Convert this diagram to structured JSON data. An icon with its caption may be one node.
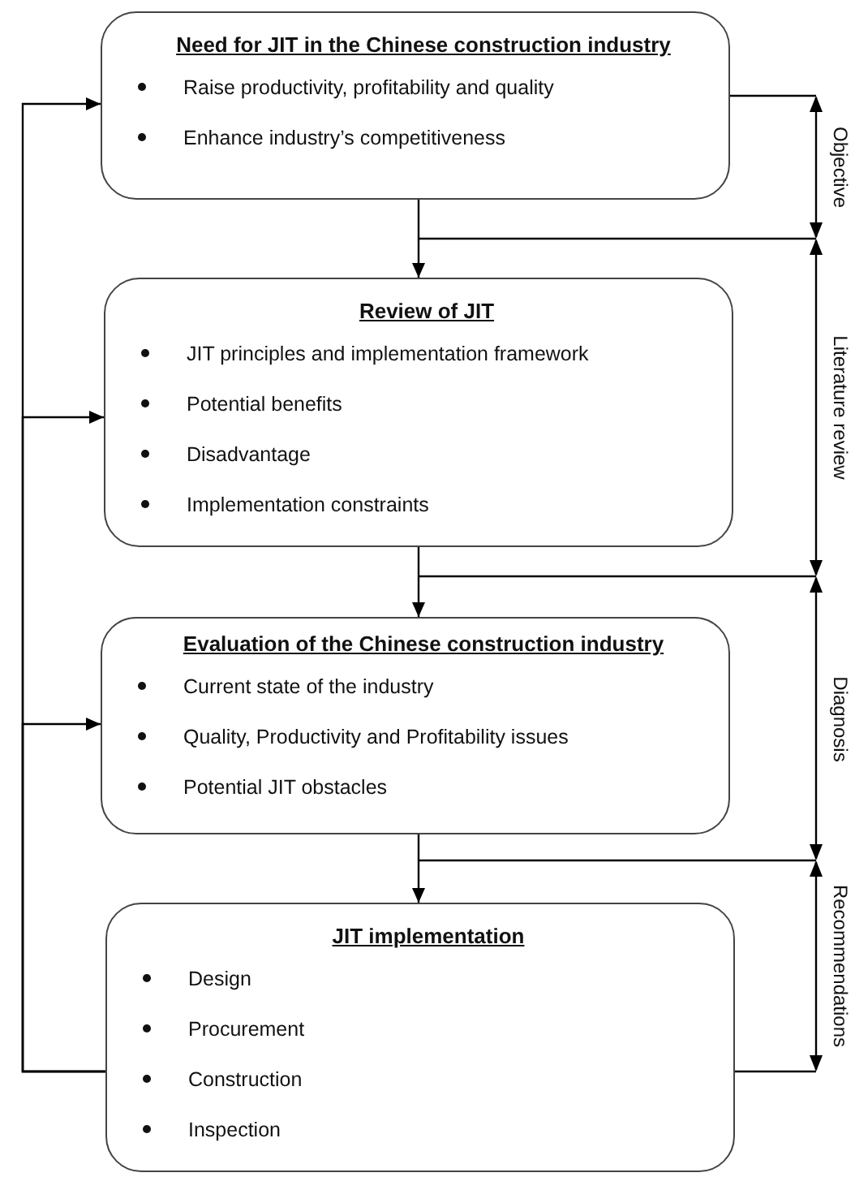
{
  "diagram": {
    "nodes": [
      {
        "text": [
          "Need for JIT in the Chinese construction industry",
          "Raise productivity, profitability and quality",
          "Enhance industry’s competitiveness"
        ]
      },
      {
        "text": [
          "Review of JIT",
          "JIT principles and implementation framework",
          "Potential benefits",
          "Disadvantage",
          "Implementation constraints"
        ]
      },
      {
        "text": [
          "Evaluation of the Chinese construction industry",
          "Current state of the industry",
          "Quality, Productivity and Profitability issues",
          "Potential JIT obstacles"
        ]
      },
      {
        "text": [
          "JIT implementation",
          "Design",
          "Procurement",
          "Construction",
          "Inspection"
        ]
      }
    ],
    "edges": [
      {
        "from": 0,
        "to": 1,
        "arrow": "to"
      },
      {
        "from": 1,
        "to": 2,
        "arrow": "to"
      },
      {
        "from": 2,
        "to": 3,
        "arrow": "to"
      },
      {
        "from": 3,
        "to": 0,
        "arrow": "to"
      },
      {
        "from": 3,
        "to": 1,
        "arrow": "to"
      },
      {
        "from": 3,
        "to": 2,
        "arrow": "to"
      }
    ],
    "labels": [
      "Objective",
      "Literature review",
      "Diagnosis",
      "Recommendations"
    ]
  }
}
